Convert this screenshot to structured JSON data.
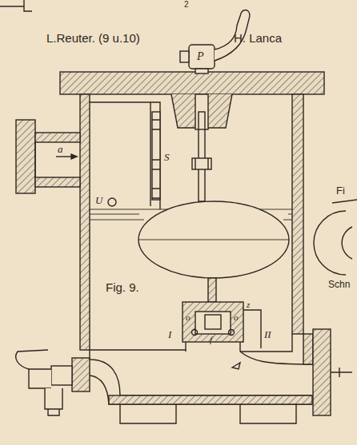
{
  "diagram": {
    "labels": [
      "L.Reuter. (9 u.10)",
      "H. Lanca",
      "2",
      "P",
      "a",
      "S",
      "U",
      "Fig. 9.",
      "I",
      "o",
      "f",
      "o",
      "II",
      "z",
      "Fi",
      "Schn"
    ]
  }
}
